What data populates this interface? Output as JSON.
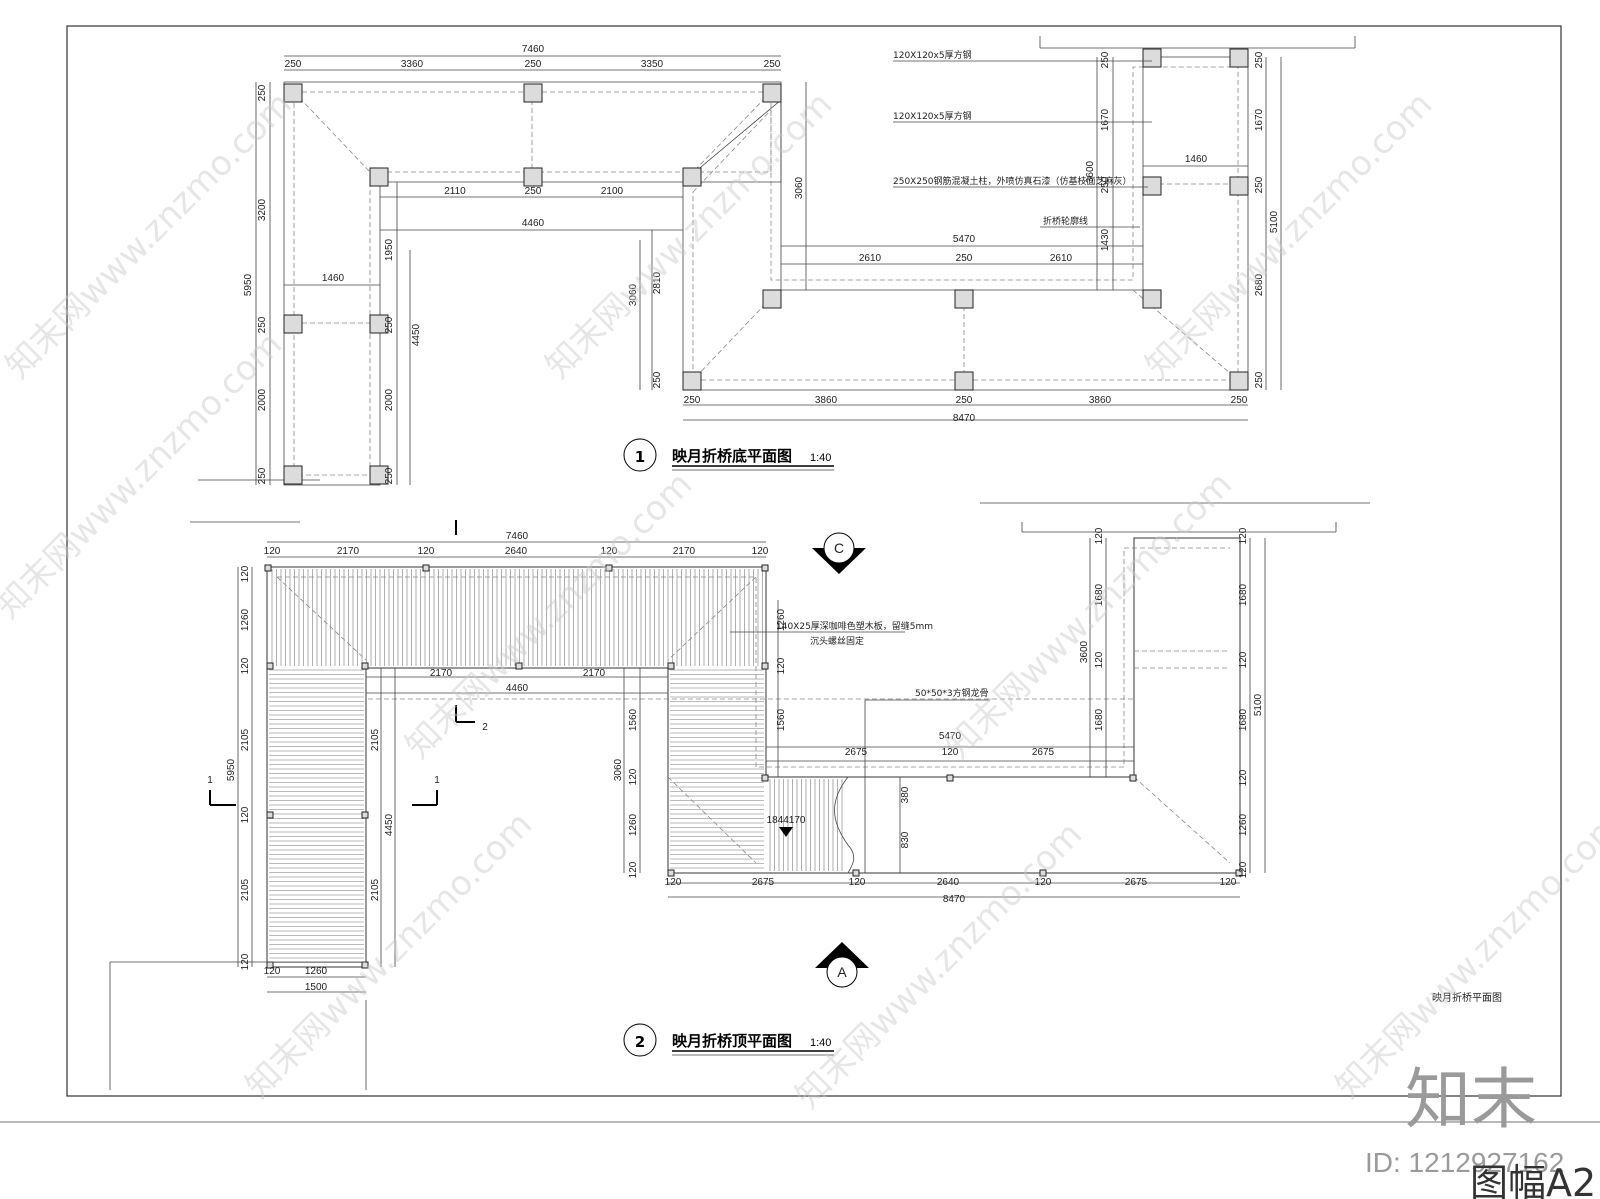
{
  "drawing": {
    "plan1": {
      "number": "1",
      "title": "映月折桥底平面图",
      "scale": "1:40",
      "dims": {
        "d7460": "7460",
        "d250a": "250",
        "d3360": "3360",
        "d250b": "250",
        "d3350": "3350",
        "d250c": "250",
        "d5950": "5950",
        "d3200": "3200",
        "d250d": "250",
        "d2000a": "2000",
        "d250e": "250",
        "d250f": "250",
        "d2110": "2110",
        "d250g": "250",
        "d2100": "2100",
        "d4460": "4460",
        "d1950": "1950",
        "d1460": "1460",
        "d250h": "250",
        "d2000b": "2000",
        "d250i": "250",
        "d4450": "4450",
        "d3060a": "3060",
        "d3060b": "3060",
        "d2810": "2810",
        "d250j": "250",
        "d5470": "5470",
        "d2610a": "2610",
        "d250k": "250",
        "d2610b": "2610",
        "d250l": "250",
        "d3860a": "3860",
        "d250m": "250",
        "d3860b": "3860",
        "d250n": "250",
        "d8470": "8470",
        "d3600": "3600",
        "d1670a": "1670",
        "d250o": "250",
        "d1430": "1430",
        "d1460b": "1460",
        "d250p": "250",
        "d1670b": "1670",
        "d250q": "250",
        "d5100": "5100",
        "d2680": "2680",
        "d250r": "250"
      },
      "notes": {
        "steel1": "120X120x5厚方钢",
        "steel2": "120X120x5厚方钢",
        "column": "250X250钢筋混凝土柱，外喷仿真石漆（仿基枝面芝麻灰）",
        "outline": "折桥轮廓线"
      }
    },
    "plan2": {
      "number": "2",
      "title": "映月折桥顶平面图",
      "scale": "1:40",
      "dims": {
        "d7460": "7460",
        "d120a": "120",
        "d2170a": "2170",
        "d120b": "120",
        "d2640": "2640",
        "d120c": "120",
        "d2170b": "2170",
        "d120d": "120",
        "d120e": "120",
        "d1260a": "1260",
        "d120f": "120",
        "d2105a": "2105",
        "d5950": "5950",
        "d120g": "120",
        "d2105b": "2105",
        "d120h": "120",
        "d2170c": "2170",
        "d2170d": "2170",
        "d4460": "4460",
        "d2105c": "2105",
        "d4450": "4450",
        "d2105d": "2105",
        "d1260b": "1260",
        "d1500": "1500",
        "d1260c": "1260",
        "d120i": "120",
        "d1560a": "1560",
        "d1560b": "1560",
        "d3060": "3060",
        "d120j": "120",
        "d1260d": "1260",
        "d120k": "120",
        "d5470": "5470",
        "d2675a": "2675",
        "d120l": "120",
        "d2675b": "2675",
        "d380": "380",
        "d830": "830",
        "d1844": "1844170",
        "d120m": "120",
        "d2675c": "2675",
        "d120n": "120",
        "d2640b": "2640",
        "d120o": "120",
        "d2675d": "2675",
        "d120p": "120",
        "d8470": "8470",
        "d3600": "3600",
        "d1680a": "1680",
        "d120q": "120",
        "d1680b": "1680",
        "d120r": "120",
        "d1680c": "1680",
        "d1680d": "1680",
        "d120s": "120",
        "d5100": "5100",
        "d120t": "120",
        "d1260e": "1260",
        "d120u": "120",
        "d120v": "120"
      },
      "notes": {
        "deck": "140X25厚深咖啡色塑木板，留缝5mm",
        "screw": "沉头螺丝固定",
        "tube": "50*50*3方钢龙骨"
      },
      "section_marks": {
        "s1a": "1",
        "s1b": "1",
        "s2": "2"
      },
      "elevation_marks": {
        "c": "C",
        "a": "A"
      }
    },
    "sheet_caption": "映月折桥平面图"
  },
  "watermark": {
    "text": "知末网www.znzmo.com",
    "logo": "知末",
    "id": "ID: 1212927162",
    "sheet_size": "图幅A2"
  }
}
